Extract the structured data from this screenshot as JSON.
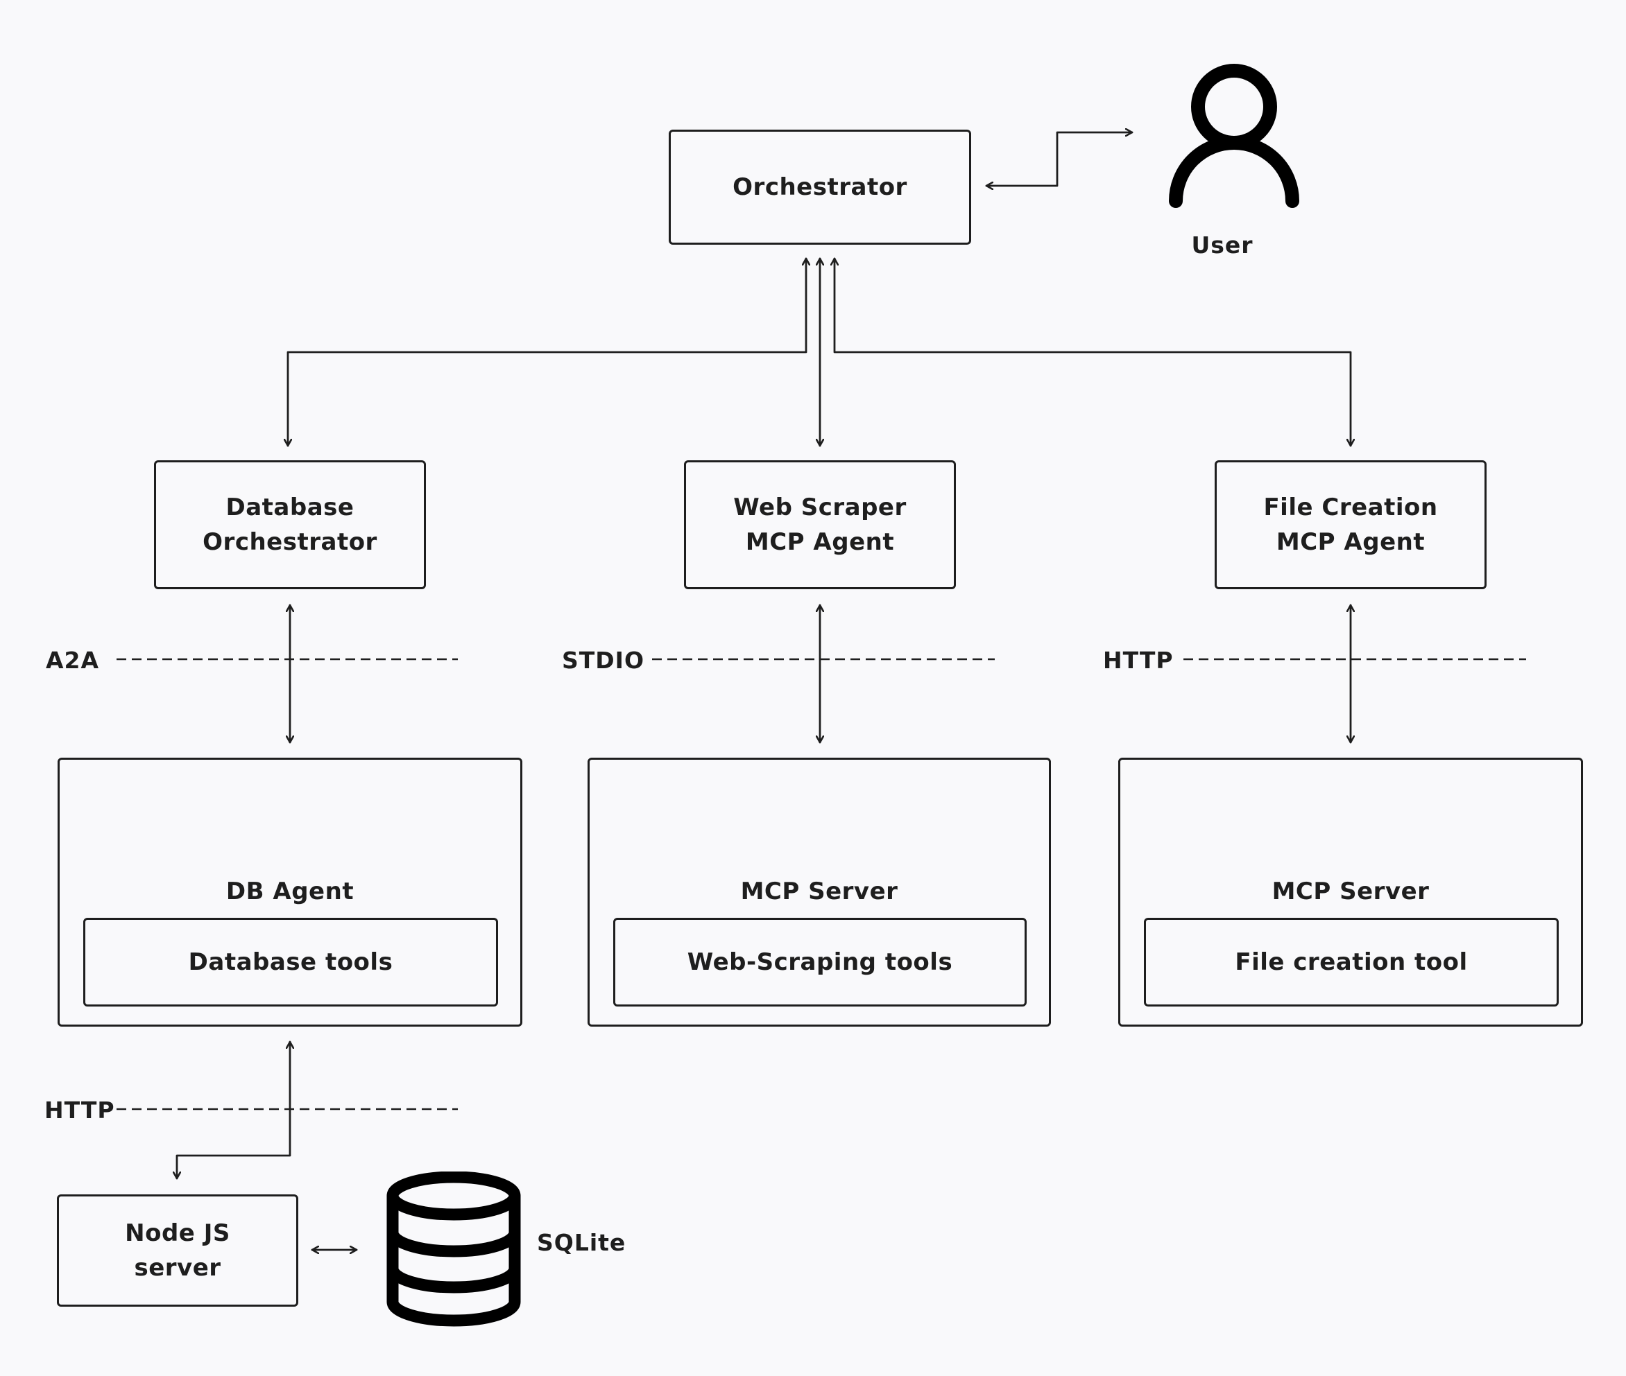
{
  "nodes": {
    "orchestrator": "Orchestrator",
    "user": "User",
    "database_orchestrator": "Database\nOrchestrator",
    "web_scraper_agent": "Web Scraper\nMCP Agent",
    "file_creation_agent": "File Creation\nMCP Agent",
    "db_agent": "DB Agent",
    "database_tools": "Database tools",
    "mcp_server_web": "MCP Server",
    "web_scraping_tools": "Web-Scraping tools",
    "mcp_server_file": "MCP Server",
    "file_creation_tool": "File creation tool",
    "node_server": "Node JS\nserver",
    "sqlite": "SQLite"
  },
  "protocols": {
    "db_link": "A2A",
    "web_link": "STDIO",
    "file_link": "HTTP",
    "node_link": "HTTP"
  },
  "icons": {
    "user": "user-icon",
    "database": "database-icon"
  },
  "colors": {
    "background": "#f9f9fb",
    "stroke": "#1e1e1e"
  }
}
